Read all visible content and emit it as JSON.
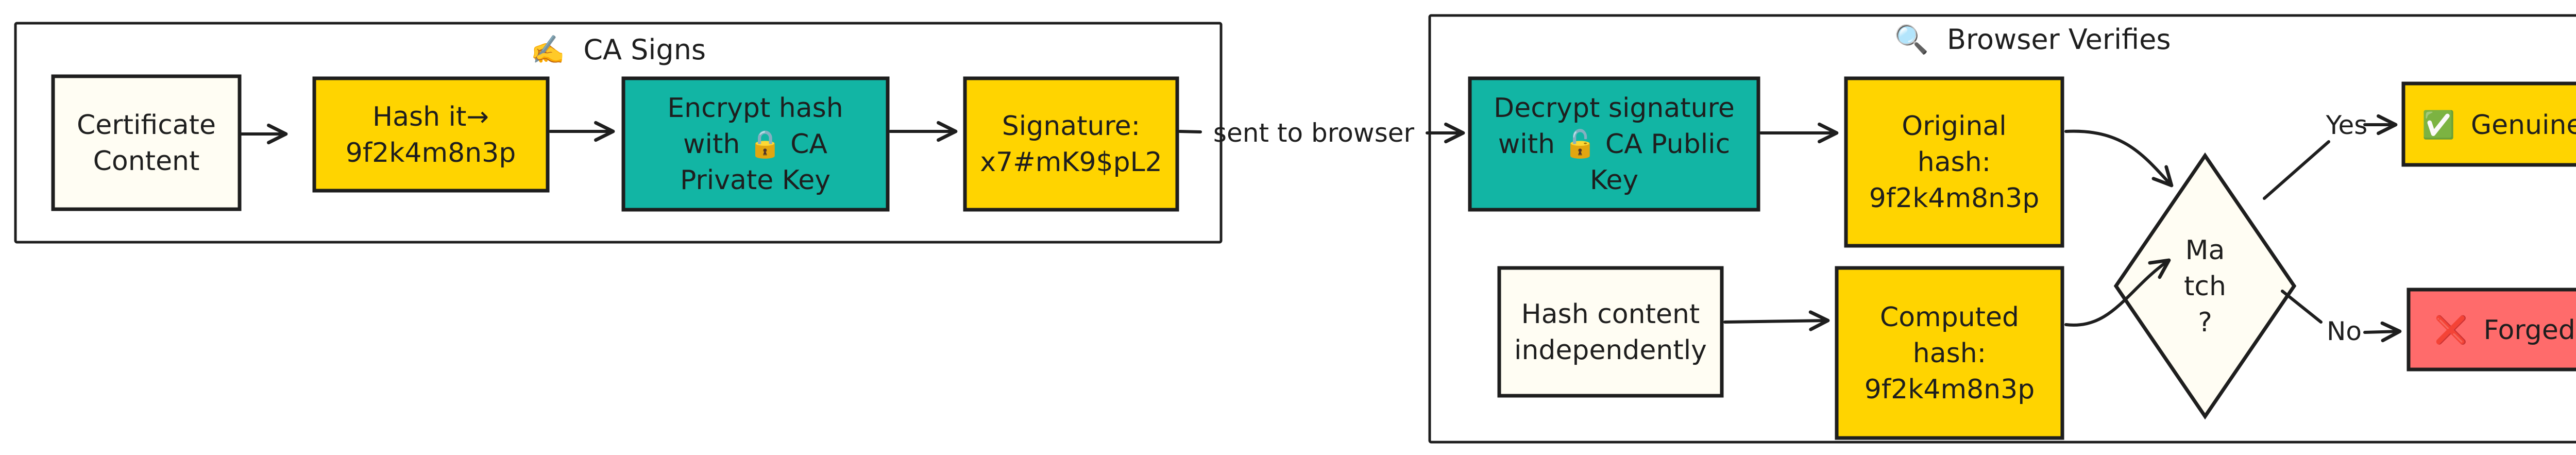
{
  "groups": {
    "ca_signs": {
      "icon": "✍️",
      "title": "CA Signs"
    },
    "browser_verifies": {
      "icon": "🔍",
      "title": "Browser Verifies"
    }
  },
  "nodes": {
    "certificate": {
      "lines": [
        "Certificate",
        "Content"
      ]
    },
    "hash_it": {
      "lines": [
        "Hash it→",
        "9f2k4m8n3p"
      ]
    },
    "encrypt": {
      "lines": [
        "Encrypt hash",
        "with 🔒 CA",
        "Private Key"
      ]
    },
    "signature": {
      "lines": [
        "Signature:",
        "x7#mK9$pL2"
      ]
    },
    "decrypt": {
      "lines": [
        "Decrypt signature",
        "with 🔓 CA Public",
        "Key"
      ]
    },
    "original": {
      "lines": [
        "Original",
        "hash:",
        "9f2k4m8n3p"
      ]
    },
    "hash_content": {
      "lines": [
        "Hash content",
        "independently"
      ]
    },
    "computed": {
      "lines": [
        "Computed",
        "hash:",
        "9f2k4m8n3p"
      ]
    },
    "match": {
      "lines": [
        "Ma",
        "tch",
        "?"
      ]
    },
    "genuine": {
      "icon": "✅",
      "label": "Genuine"
    },
    "forged": {
      "icon": "❌",
      "label": "Forged"
    }
  },
  "edges": {
    "sent": "sent to browser",
    "yes": "Yes",
    "no": "No"
  },
  "colors": {
    "cream": "#fffdf3",
    "yellow": "#ffd400",
    "teal": "#12b5a4",
    "red": "#ff6b6b",
    "green": "#40c057",
    "stroke": "#1e1e1e"
  }
}
